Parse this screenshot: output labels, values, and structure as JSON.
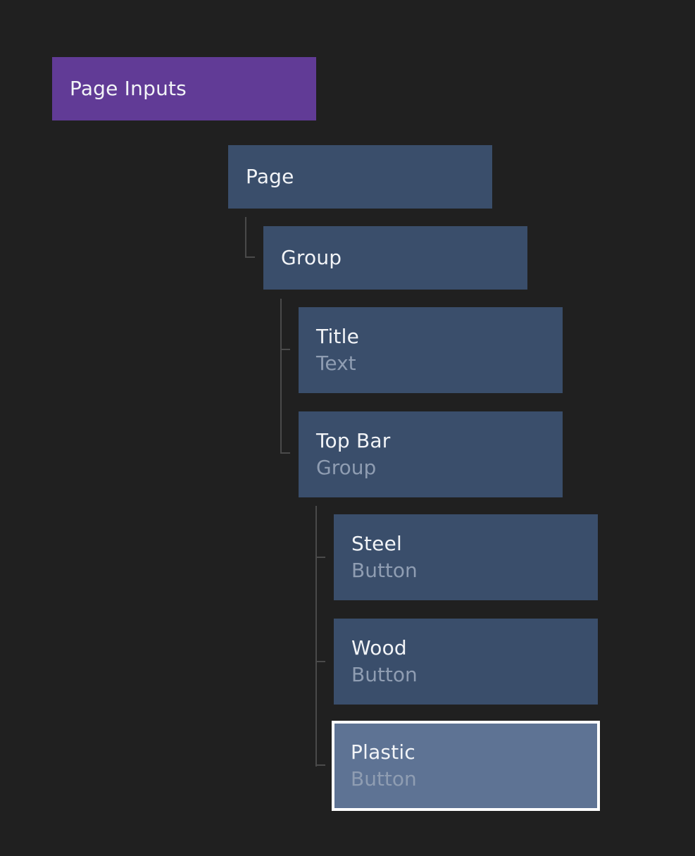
{
  "tree": {
    "root": {
      "name": "Page Inputs"
    },
    "page": {
      "name": "Page"
    },
    "group": {
      "name": "Group"
    },
    "title": {
      "name": "Title",
      "type": "Text"
    },
    "top_bar": {
      "name": "Top Bar",
      "type": "Group"
    },
    "steel": {
      "name": "Steel",
      "type": "Button"
    },
    "wood": {
      "name": "Wood",
      "type": "Button"
    },
    "plastic": {
      "name": "Plastic",
      "type": "Button",
      "selected": true
    }
  },
  "colors": {
    "background": "#202020",
    "header": "#613b96",
    "node": "#3a4e6b",
    "node_selected": "#5e7394",
    "selection_outline": "#ffffff",
    "subtitle_text": "#8f9db2",
    "connector": "#4a4a4a"
  }
}
